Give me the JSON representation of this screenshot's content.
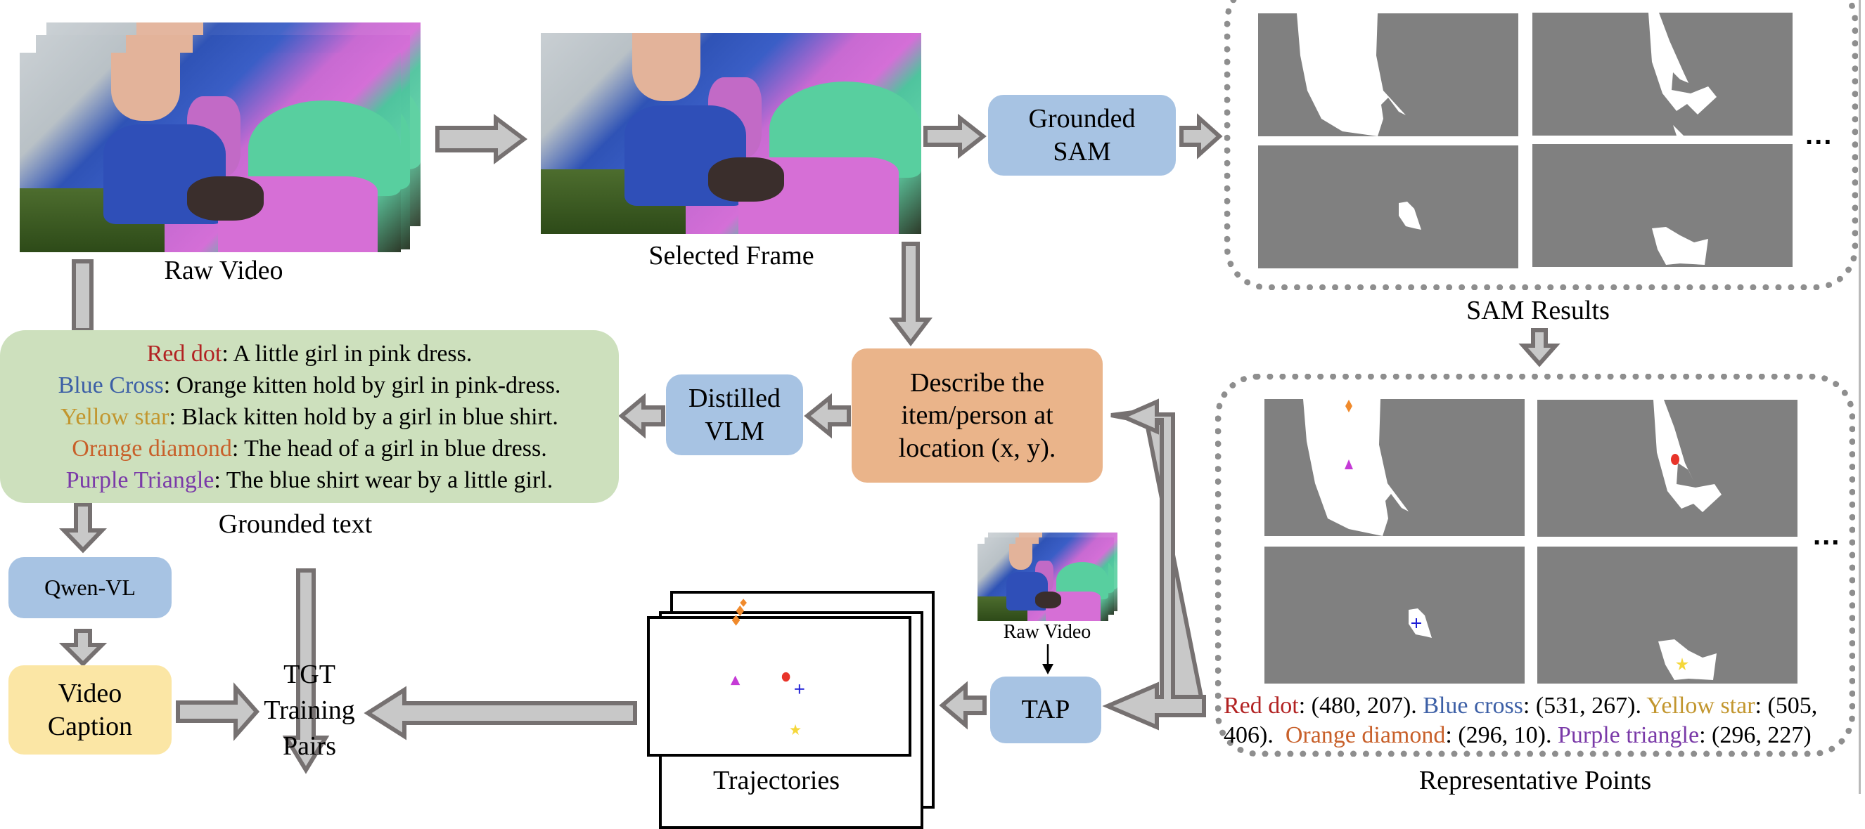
{
  "raw_video": {
    "label": "Raw Video"
  },
  "selected_frame": {
    "label": "Selected Frame"
  },
  "grounded_sam": {
    "line1": "Grounded",
    "line2": "SAM"
  },
  "sam_results": {
    "label": "SAM Results",
    "ellipsis": "..."
  },
  "representative_points": {
    "label": "Representative Points",
    "ellipsis": "...",
    "coords": [
      {
        "name": "Red dot",
        "color": "#b22222",
        "value": ": (480, 207). "
      },
      {
        "name": "Blue cross",
        "color": "#3c5fa6",
        "value": ": (531, 267). "
      },
      {
        "name": "Yellow star",
        "color": "#c2962e",
        "value": ": (505, 406). "
      },
      {
        "name": "Orange diamond",
        "color": "#c8602a",
        "value": ": (296, 10). "
      },
      {
        "name": "Purple triangle",
        "color": "#7a3aa8",
        "value": ": (296, 227)"
      }
    ],
    "line1": {
      "p1": "Red dot",
      "v1": ": (480, 207). ",
      "p2": "Blue cross",
      "v2": ": (531, 267). ",
      "p3": "Yellow star",
      "v3": ": (505,"
    },
    "line2": {
      "v0": "406).  ",
      "p4": "Orange diamond",
      "v4": ": (296, 10). ",
      "p5": "Purple triangle",
      "v5": ": (296, 227)"
    }
  },
  "describe_box": {
    "line1": "Describe the",
    "line2": "item/person at",
    "line3": "location (x, y)."
  },
  "distilled_vlm": {
    "line1": "Distilled",
    "line2": "VLM"
  },
  "grounded_text": {
    "label": "Grounded text",
    "lines": [
      {
        "key": "Red dot",
        "text": ": A little girl in pink dress."
      },
      {
        "key": "Blue Cross",
        "text": ": Orange kitten hold by girl in pink-dress."
      },
      {
        "key": "Yellow star",
        "text": ": Black kitten hold by a girl in blue shirt."
      },
      {
        "key": "Orange diamond",
        "text": ": The head of a girl in blue dress."
      },
      {
        "key": "Purple Triangle",
        "text": ": The blue shirt wear by a little girl."
      }
    ]
  },
  "qwen_vl": {
    "label": "Qwen-VL"
  },
  "video_caption": {
    "line1": "Video",
    "line2": "Caption"
  },
  "tgt": {
    "line1": "TGT",
    "line2": "Training",
    "line3": "Pairs"
  },
  "trajectories": {
    "label": "Trajectories"
  },
  "tap": {
    "label": "TAP",
    "input_label": "Raw Video"
  },
  "colors": {
    "red": "#e8342a",
    "blue": "#1f1fd6",
    "yellow": "#f5d73a",
    "orange": "#f08a2c",
    "purple": "#c53ad6",
    "box_blue": "#a7c3e3",
    "box_orange": "#eab48a",
    "box_green": "#cde0bd",
    "box_yellow": "#fbe6a5",
    "arrow_fill": "#c8c8c8",
    "arrow_stroke": "#767171"
  }
}
